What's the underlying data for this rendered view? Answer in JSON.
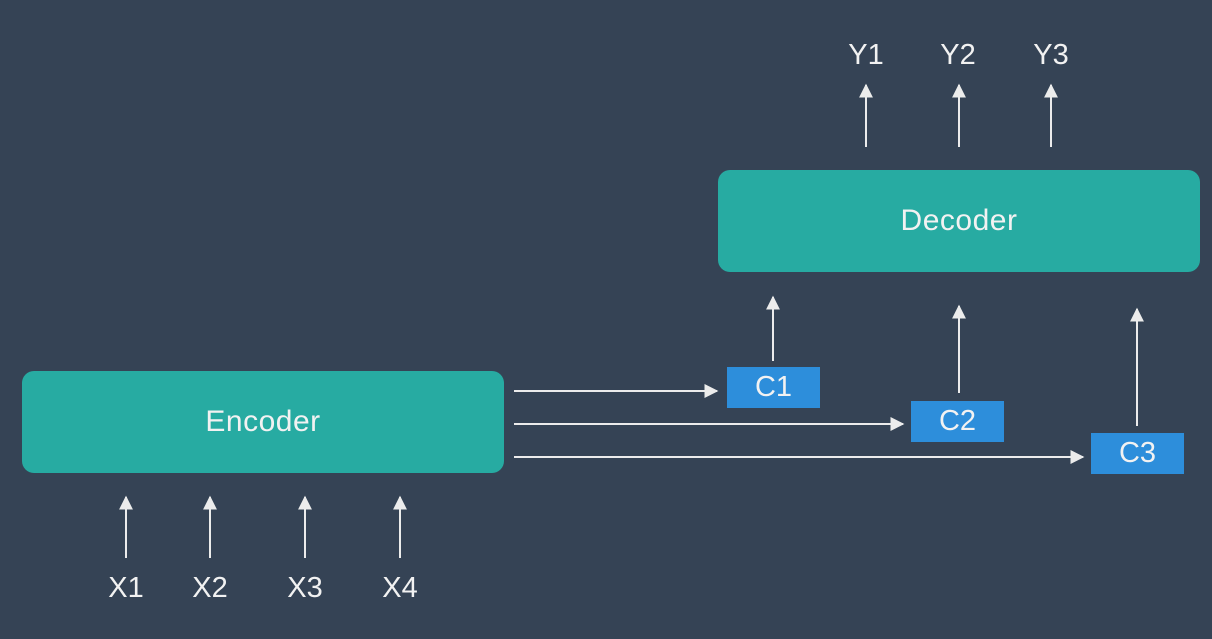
{
  "encoder": {
    "label": "Encoder"
  },
  "decoder": {
    "label": "Decoder"
  },
  "context_vectors": [
    {
      "label": "C1"
    },
    {
      "label": "C2"
    },
    {
      "label": "C3"
    }
  ],
  "inputs": [
    {
      "label": "X1"
    },
    {
      "label": "X2"
    },
    {
      "label": "X3"
    },
    {
      "label": "X4"
    }
  ],
  "outputs": [
    {
      "label": "Y1"
    },
    {
      "label": "Y2"
    },
    {
      "label": "Y3"
    }
  ],
  "colors": {
    "background": "#354355",
    "block": "#27aba2",
    "context": "#2d8edb",
    "arrow": "#ececec",
    "text": "#f2f2f2"
  }
}
